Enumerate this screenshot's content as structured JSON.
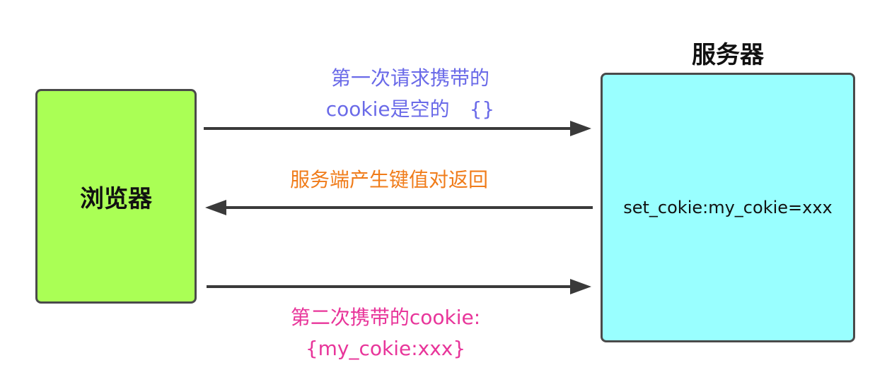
{
  "browser": {
    "label": "浏览器",
    "fill_color": "#aaff55"
  },
  "server": {
    "title": "服务器",
    "content": "set_cokie:my_cokie=xxx",
    "fill_color": "#99ffff"
  },
  "arrows": [
    {
      "direction": "browser-to-server",
      "label_lines": [
        "第一次请求携带的",
        "cookie是空的　{}"
      ],
      "label_color": "#6a6ae8"
    },
    {
      "direction": "server-to-browser",
      "label_lines": [
        "服务端产生键值对返回"
      ],
      "label_color": "#f07c1a"
    },
    {
      "direction": "browser-to-server",
      "label_lines": [
        "第二次携带的cookie:",
        "{my_cokie:xxx}"
      ],
      "label_color": "#e8359a"
    }
  ]
}
